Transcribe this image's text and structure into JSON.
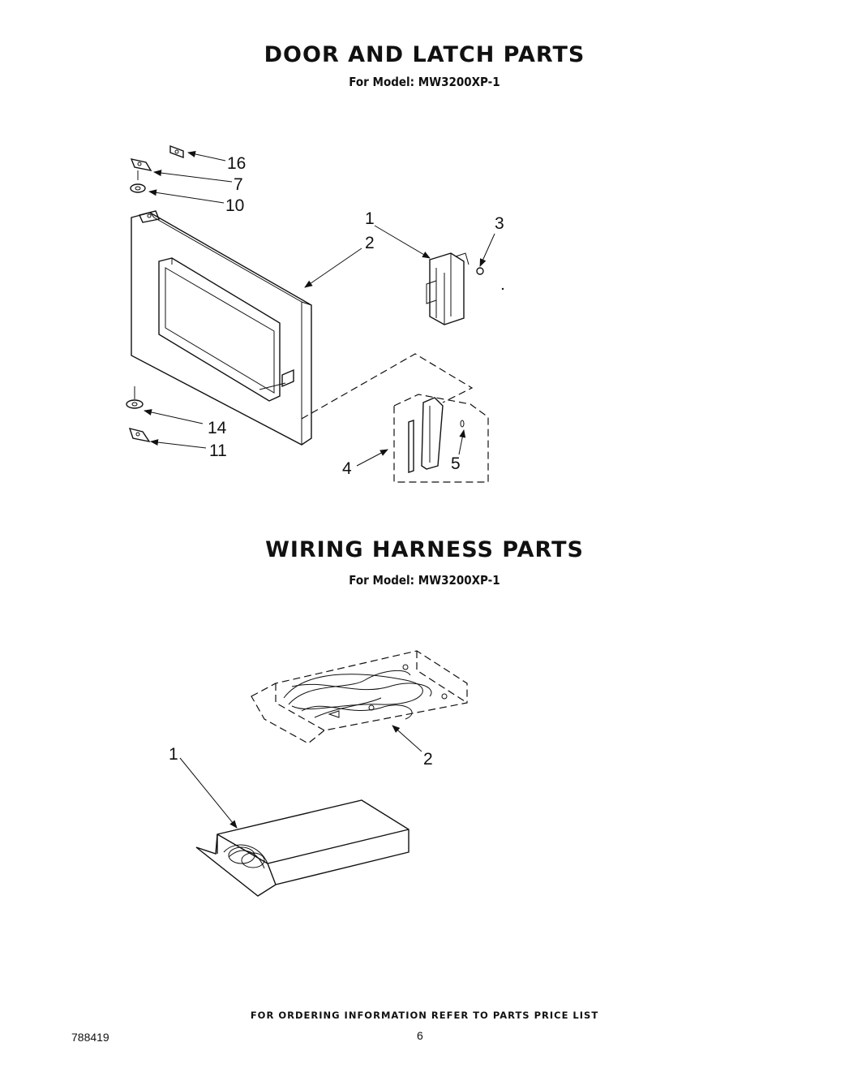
{
  "sections": [
    {
      "title": "DOOR AND LATCH PARTS",
      "model_label": "For Model: MW3200XP-1",
      "callouts": [
        "16",
        "7",
        "10",
        "1",
        "2",
        "3",
        "14",
        "11",
        "4",
        "5"
      ]
    },
    {
      "title": "WIRING HARNESS PARTS",
      "model_label": "For Model: MW3200XP-1",
      "callouts": [
        "2",
        "1"
      ]
    }
  ],
  "footer": {
    "ordering_note": "FOR ORDERING INFORMATION REFER TO PARTS PRICE LIST",
    "document_number": "788419",
    "page_number": "6"
  }
}
